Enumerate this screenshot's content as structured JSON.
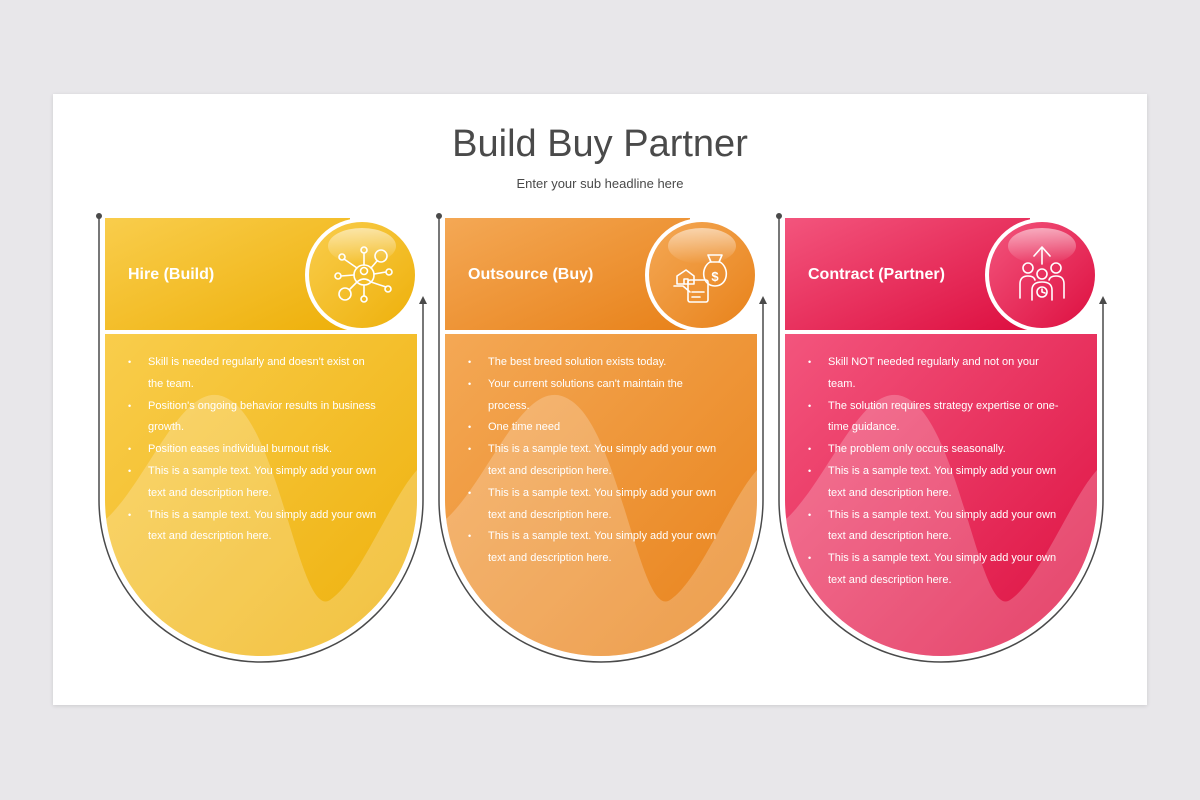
{
  "slide": {
    "title": "Build Buy Partner",
    "subtitle": "Enter your sub headline here"
  },
  "colors": {
    "background": "#e8e7ea",
    "slide": "#ffffff",
    "text": "#4a4a4a",
    "build_light": "#f8cb45",
    "build_dark": "#eeb009",
    "buy_light": "#f3a64e",
    "buy_dark": "#e88216",
    "partner_light": "#f2527a",
    "partner_dark": "#dd0f3f"
  },
  "cards": [
    {
      "heading": "Hire (Build)",
      "icon": "network-people-icon",
      "bullets": [
        "Skill is needed regularly and doesn't exist on the team.",
        "Position's ongoing behavior results in business growth.",
        "Position eases individual burnout risk.",
        "This is a sample text. You simply add your own text and description here.",
        "This is a sample text. You simply add your own text and description here."
      ]
    },
    {
      "heading": "Outsource (Buy)",
      "icon": "money-bag-hand-icon",
      "bullets": [
        "The best breed solution exists today.",
        "Your current solutions can't maintain the process.",
        "One time need",
        "This is a sample text. You simply add your own text and description here.",
        "This is a sample text. You simply add your own text and description here.",
        "This is a sample text. You simply add your own text and description here."
      ]
    },
    {
      "heading": "Contract (Partner)",
      "icon": "team-growth-icon",
      "bullets": [
        "Skill NOT needed regularly and not on your team.",
        "The solution requires strategy expertise or one-time guidance.",
        "The problem only occurs seasonally.",
        "This is a sample text. You simply add your own text and description here.",
        "This is a sample text. You simply add your own text and description here.",
        "This is a sample text. You simply add your own text and description here."
      ]
    }
  ]
}
